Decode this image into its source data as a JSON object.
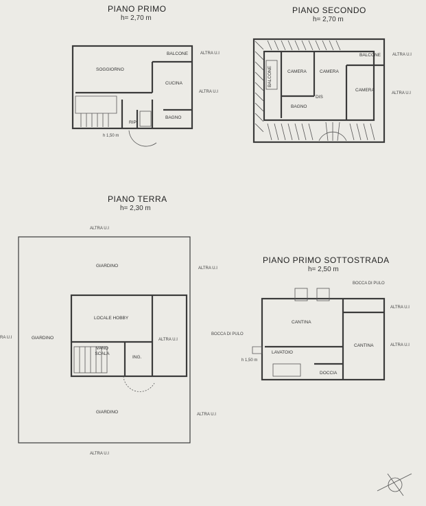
{
  "plans": {
    "primo": {
      "title": "PIANO PRIMO",
      "height": "h= 2,70 m",
      "rooms": {
        "soggiorno": "SOGGIORNO",
        "cucina": "CUCINA",
        "bagno": "BAGNO",
        "rip": "RIP",
        "balcone": "BALCONE"
      },
      "notes": {
        "altra1": "ALTRA U.I",
        "altra2": "ALTRA U.I",
        "quota": "h 1,50 m"
      }
    },
    "secondo": {
      "title": "PIANO SECONDO",
      "height": "h= 2,70 m",
      "rooms": {
        "camera1": "CAMERA",
        "camera2": "CAMERA",
        "camera3": "CAMERA",
        "bagno": "BAGNO",
        "dis": "DIS",
        "balcone1": "BALCONE",
        "balcone2": "BALCONE"
      },
      "notes": {
        "altra1": "ALTRA U.I",
        "altra2": "ALTRA U.I"
      }
    },
    "terra": {
      "title": "PIANO TERRA",
      "height": "h= 2,30 m",
      "rooms": {
        "giardino_top": "GIARDINO",
        "giardino_left": "GIARDINO",
        "giardino_bottom": "GIARDINO",
        "locale_hobby": "LOCALE HOBBY",
        "vano_scala": "VANO SCALA",
        "ing": "ING."
      },
      "notes": {
        "altra_top": "ALTRA U.I",
        "altra_left": "RA U.I",
        "altra_right": "ALTRA U.I",
        "altra_inner": "ALTRA U.I",
        "altra_right_bottom": "ALTRA U.I",
        "altra_bottom": "ALTRA U.I"
      }
    },
    "sottostrada": {
      "title": "PIANO PRIMO SOTTOSTRADA",
      "height": "h= 2,50 m",
      "rooms": {
        "cantina1": "CANTINA",
        "cantina2": "CANTINA",
        "lavatoio": "LAVATOIO",
        "doccia": "DOCCIA"
      },
      "notes": {
        "bocca1": "BOCCA DI PULO",
        "bocca2": "BOCCA DI PULO",
        "altra1": "ALTRA U.I",
        "altra2": "ALTRA U.I",
        "quota": "h 1,50 m"
      }
    }
  }
}
